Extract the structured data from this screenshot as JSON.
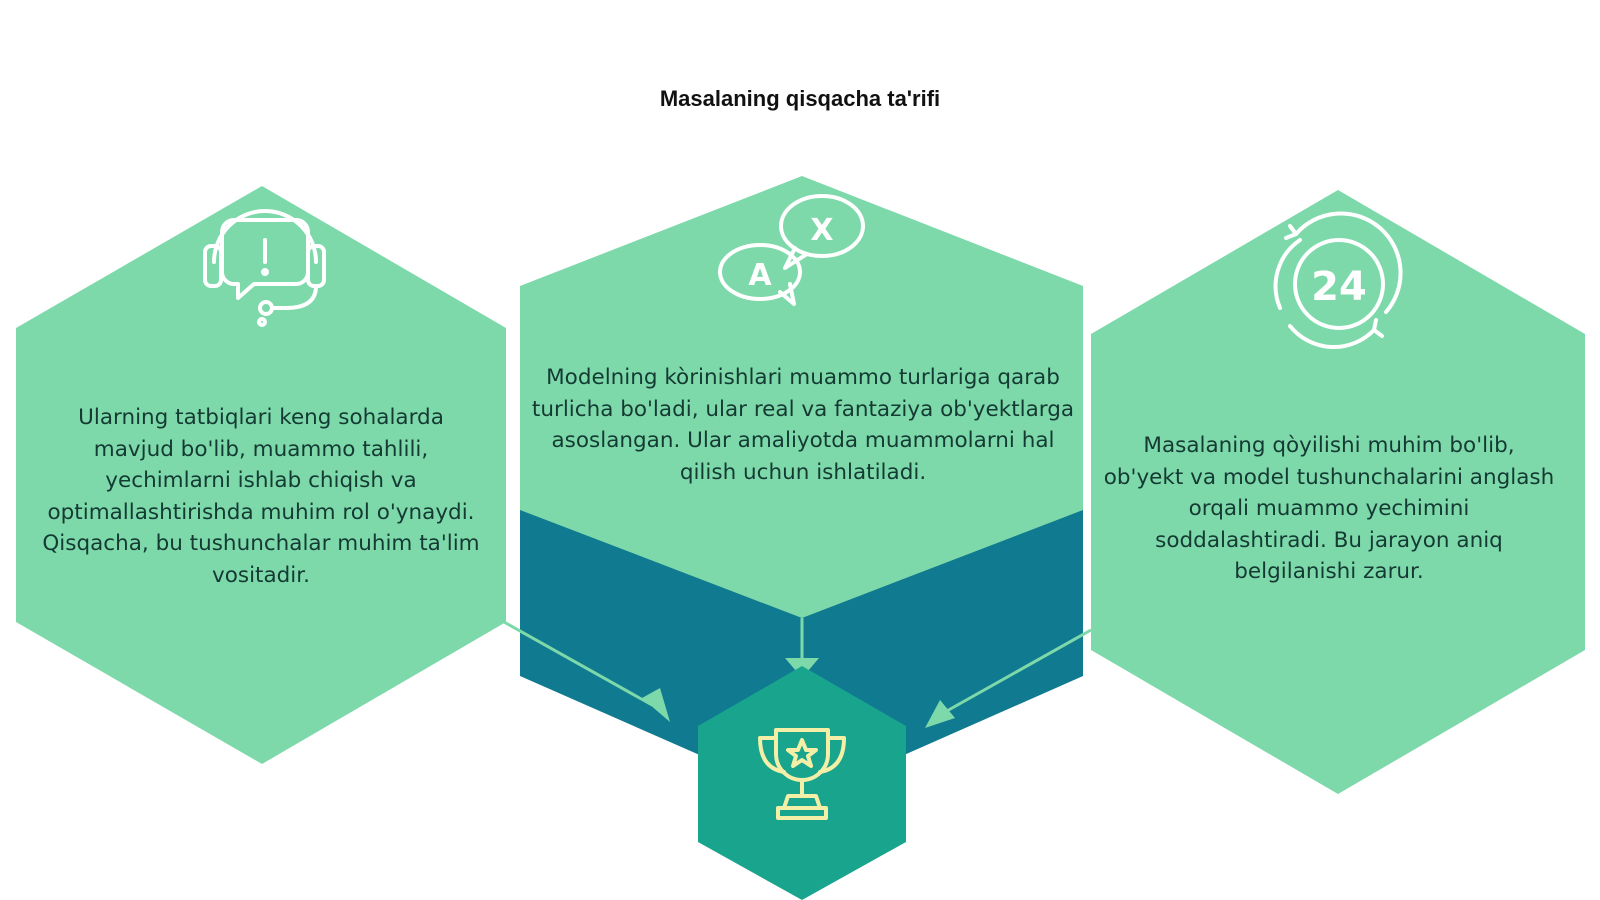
{
  "title": "Masalaning qisqacha ta'rifi",
  "colors": {
    "hex_fill": "#7dd9aa",
    "dark_band": "#0f7a90",
    "center_hex": "#19a48e",
    "icon_stroke": "#ffffff",
    "trophy_stroke": "#f4efa6",
    "text": "#143a33"
  },
  "panels": [
    {
      "id": "left",
      "icon": "headset-support-icon",
      "text": "Ularning tatbiqlari keng sohalarda mavjud bo'lib, muammo tahlili, yechimlarni ishlab chiqish va optimallashtirishda muhim rol o'ynaydi. Qisqacha, bu tushunchalar muhim ta'lim vositadir."
    },
    {
      "id": "center",
      "icon": "translate-speech-icon",
      "icon_letters": [
        "A",
        "X"
      ],
      "text": "Modelning kòrinishlari muammo turlariga qarab turlicha bo'ladi, ular real va fantaziya ob'yektlarga asoslangan. Ular amaliyotda muammolarni hal qilish uchun ishlatiladi."
    },
    {
      "id": "right",
      "icon": "24-hours-icon",
      "icon_label": "24",
      "text": "Masalaning qòyilishi muhim bo'lib, ob'yekt va model tushunchalarini anglash orqali muammo yechimini soddalashtiradi. Bu jarayon aniq belgilanishi zarur."
    }
  ],
  "goal": {
    "icon": "trophy-icon"
  }
}
